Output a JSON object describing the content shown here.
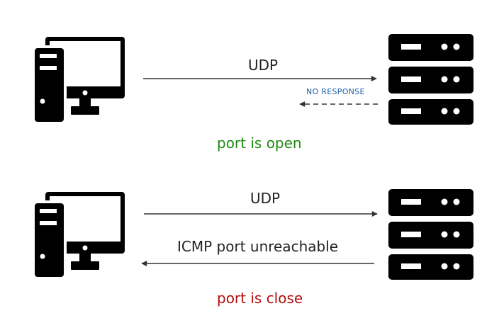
{
  "scenario_open": {
    "request_label": "UDP",
    "response_label": "NO RESPONSE",
    "result_label": "port is open"
  },
  "scenario_closed": {
    "request_label": "UDP",
    "response_label": "ICMP port unreachable",
    "result_label": "port is close"
  },
  "colors": {
    "icon": "#000000",
    "arrow": "#333333",
    "no_response": "#1e5fa8",
    "open": "#1e8a12",
    "closed": "#b01010"
  },
  "icons": {
    "client": "desktop-computer-icon",
    "server": "server-rack-icon"
  }
}
